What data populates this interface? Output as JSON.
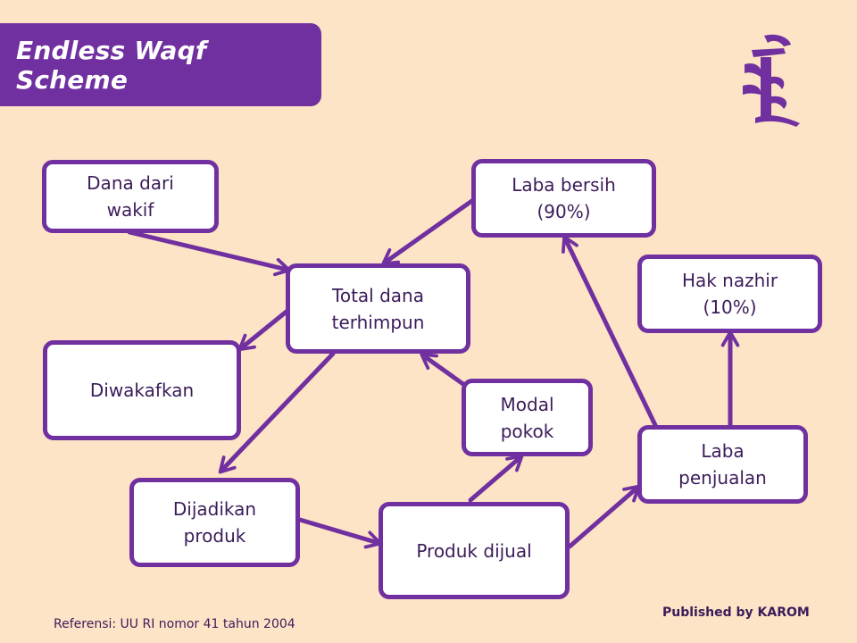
{
  "title": "Endless Waqf Scheme",
  "nodes": {
    "dana_dari_wakif": "Dana dari\nwakif",
    "total_dana": "Total dana\nterhimpun",
    "diwakafkan": "Diwakafkan",
    "dijadikan_produk": "Dijadikan\nproduk",
    "produk_dijual": "Produk dijual",
    "modal_pokok": "Modal\npokok",
    "laba_penjualan": "Laba\npenjualan",
    "laba_bersih": "Laba bersih\n(90%)",
    "hak_nazhir": "Hak nazhir\n(10%)"
  },
  "footer": {
    "reference": "Referensi: UU RI nomor 41 tahun 2004",
    "published": "Published by KAROM"
  },
  "colors": {
    "accent": "#7030a0",
    "background": "#fee4c6",
    "box_fill": "#ffffff"
  },
  "icons": [
    "mongolian-script-logo-icon"
  ]
}
